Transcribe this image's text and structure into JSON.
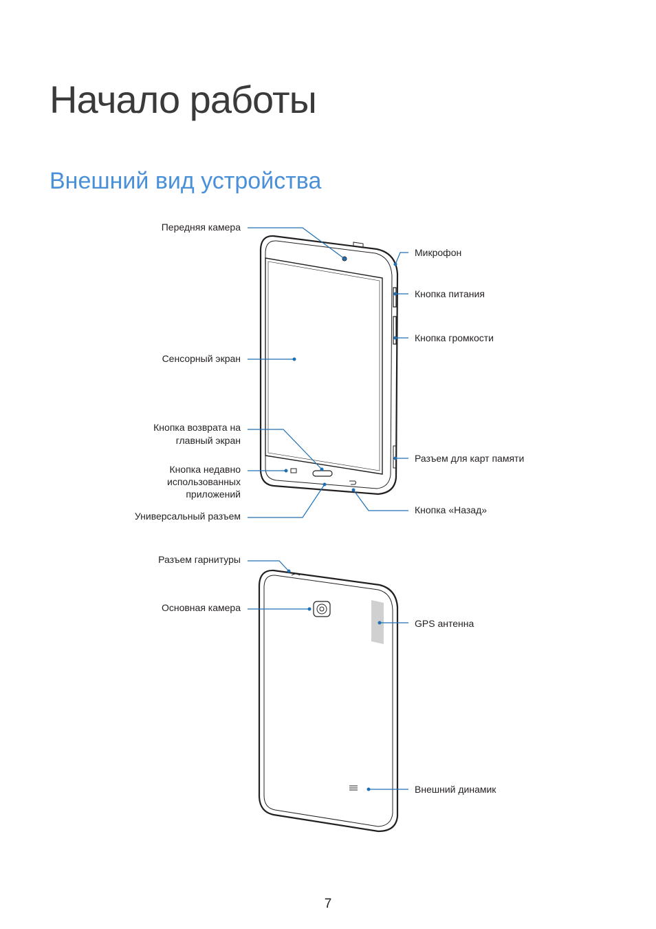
{
  "page": {
    "chapter_title": "Начало работы",
    "section_title": "Внешний вид устройства",
    "page_number": "7"
  },
  "front_labels": {
    "front_camera": "Передняя камера",
    "touch_screen": "Сенсорный экран",
    "home_button_line1": "Кнопка возврата на",
    "home_button_line2": "главный экран",
    "recent_apps_line1": "Кнопка недавно",
    "recent_apps_line2": "использованных",
    "recent_apps_line3": "приложений",
    "multipurpose_jack": "Универсальный разъем",
    "microphone": "Микрофон",
    "power_button": "Кнопка питания",
    "volume_button": "Кнопка громкости",
    "memory_card_slot": "Разъем для карт памяти",
    "back_button": "Кнопка «Назад»"
  },
  "back_labels": {
    "headset_jack": "Разъем гарнитуры",
    "rear_camera": "Основная камера",
    "gps_antenna": "GPS антенна",
    "speaker": "Внешний динамик"
  },
  "colors": {
    "callout_line": "#1f6fb2",
    "section_title": "#4a90d9",
    "chapter_title": "#3a3a3a",
    "gps_area": "#d0d0d0"
  }
}
